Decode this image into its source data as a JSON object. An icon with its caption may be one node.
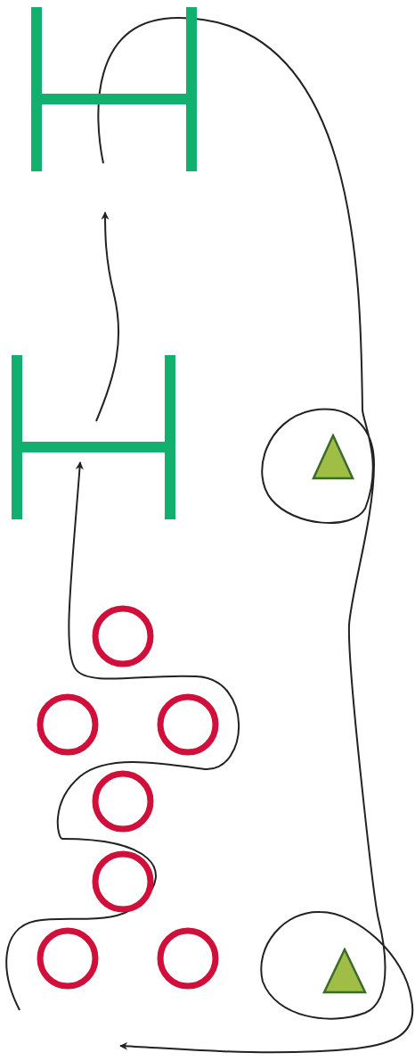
{
  "diagram": {
    "nodes": [
      {
        "text": [],
        "shape": "picture"
      },
      {
        "text": [],
        "shape": "picture"
      },
      {
        "text": [],
        "shape": "triangle"
      },
      {
        "text": [],
        "shape": "circle"
      },
      {
        "text": [],
        "shape": "circle"
      },
      {
        "text": [],
        "shape": "circle"
      },
      {
        "text": [],
        "shape": "circle"
      },
      {
        "text": [],
        "shape": "circle"
      },
      {
        "text": [],
        "shape": "circle"
      },
      {
        "text": [],
        "shape": "circle"
      },
      {
        "text": [],
        "shape": "triangle"
      }
    ],
    "edges": [
      {
        "from": null,
        "to": 1,
        "arrow": "to"
      },
      {
        "from": 1,
        "to": 0,
        "arrow": "to"
      },
      {
        "from": 0,
        "to": null,
        "arrow": "to"
      }
    ]
  }
}
